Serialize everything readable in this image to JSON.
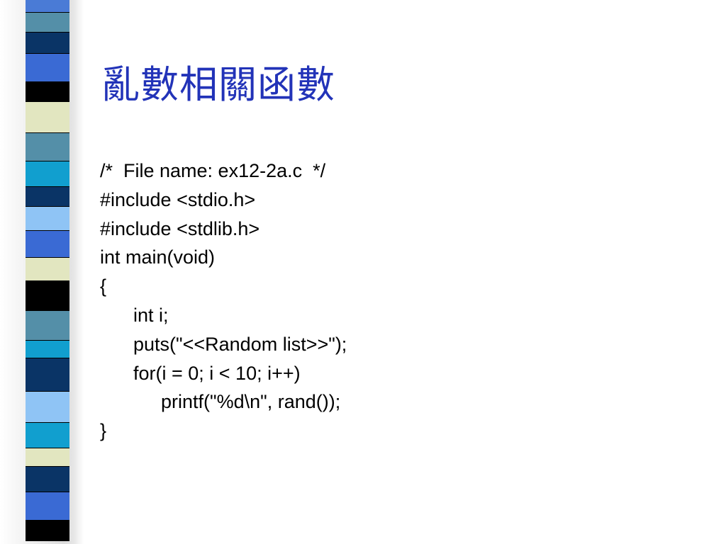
{
  "slide": {
    "title": "亂數相關函數",
    "code_lines": [
      "/*  File name: ex12-2a.c  */",
      "#include <stdio.h>",
      "#include <stdlib.h>",
      "int main(void)",
      "{",
      "int i;",
      "puts(\"<<Random list>>\");",
      "for(i = 0; i < 10; i++)",
      "printf(\"%d\\n\", rand());",
      "}"
    ]
  },
  "stripe_colors": [
    "#4a7bd6",
    "#548fa8",
    "#0a3466",
    "#3a6ad4",
    "#000000",
    "#e2e6c0",
    "#548fa8",
    "#119fcf",
    "#0a3466",
    "#8fc4f5",
    "#3a6ad4",
    "#e2e6c0",
    "#000000",
    "#548fa8",
    "#119fcf",
    "#0a3466",
    "#8fc4f5",
    "#119fcf",
    "#e2e6c0",
    "#0a3466",
    "#3a6ad4",
    "#000000"
  ]
}
